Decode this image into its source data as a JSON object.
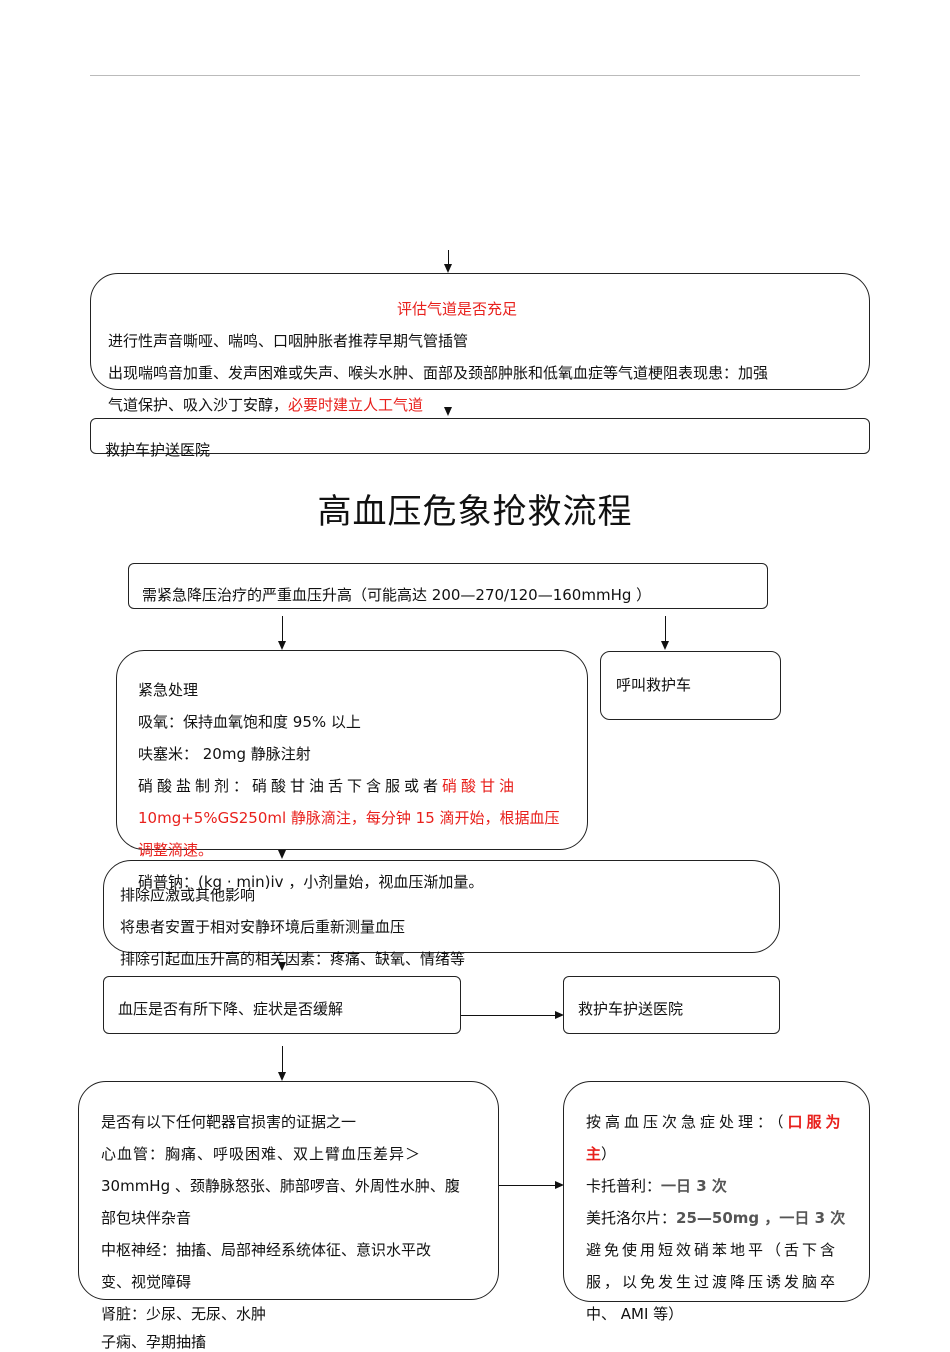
{
  "airway": {
    "heading": "评估气道是否充足",
    "line1": "进行性声音嘶哑、喘鸣、口咽肿胀者推荐早期气管插管",
    "line2": "出现喘鸣音加重、发声困难或失声、喉头水肿、面部及颈部肿胀和低氧血症等气道梗阻表现患：加强",
    "line3_pre": "气道保护、吸入沙丁安醇，",
    "line3_red": "必要时建立人工气道"
  },
  "transfer_top": "救护车护送医院",
  "title": "高血压危象抢救流程",
  "condition": "需紧急降压治疗的严重血压升高（可能高达 200—270/120—160mmHg ）",
  "call_ambulance": "呼叫救护车",
  "urgent": {
    "heading": "紧急处理",
    "oxygen": "吸氧：保持血氧饱和度 95% 以上",
    "furosemide": "呋塞米： 20mg 静脉注射",
    "nitrate_pre": "硝酸盐制剂：硝酸甘油舌下含服或者",
    "nitrate_red1": "硝酸甘油",
    "nitrate_red2": "10mg+5%GS250ml 静脉滴注，每分钟 15 滴开始，根据血压",
    "nitrate_red3": "调整滴速。",
    "nitroprusside": "硝普钠：(kg · min)iv ，小剂量始，视血压渐加量。"
  },
  "exclude": {
    "heading": "排除应激或其他影响",
    "line1": "将患者安置于相对安静环境后重新测量血压",
    "line2": "排除引起血压升高的相关因素：疼痛、缺氧、情绪等"
  },
  "bp_check": "血压是否有所下降、症状是否缓解",
  "transfer_mid": "救护车护送医院",
  "target_organ": {
    "heading": "是否有以下任何靶器官损害的证据之一",
    "cardio1": "心血管：胸痛、呼吸困难、双上臂血压差异＞",
    "cardio2": "30mmHg 、颈静脉怒张、肺部啰音、外周性水肿、腹",
    "cardio3": "部包块伴杂音",
    "cns1": "中枢神经：抽搐、局部神经系统体征、意识水平改",
    "cns2": "变、视觉障碍",
    "kidney": "肾脏：少尿、无尿、水肿",
    "eclampsia": "子痫、孕期抽搐"
  },
  "subacute": {
    "heading_pre": "按高血压次急症处理：（",
    "heading_red": "口服为",
    "heading_red2": "主",
    "heading_end": "）",
    "captopril_pre": "卡托普利：",
    "captopril_b": "一日 3 次",
    "metoprolol_pre": "美托洛尔片：",
    "metoprolol_b": "25—50mg ，一日 3 次",
    "avoid1": "避免使用短效硝苯地平（舌下含",
    "avoid2": "服，以免发生过渡降压诱发脑卒",
    "avoid3": "中、 AMI 等）"
  }
}
